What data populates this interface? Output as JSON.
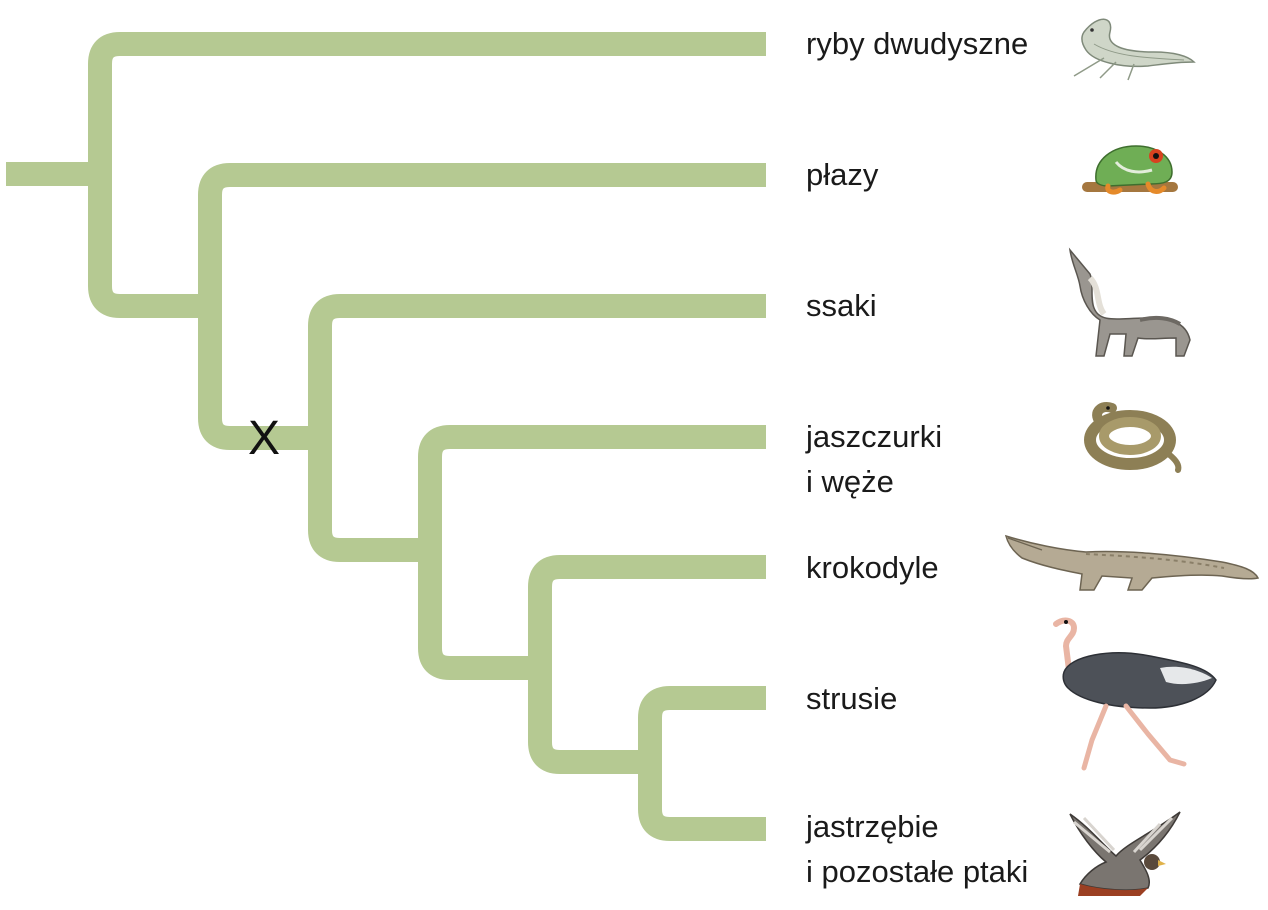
{
  "diagram": {
    "node_marker": "X",
    "branch_color": "#b5c992",
    "taxa": [
      {
        "id": "lungfish",
        "lines": [
          "ryby dwudyszne"
        ],
        "icon": "lungfish-icon"
      },
      {
        "id": "amphibians",
        "lines": [
          "płazy"
        ],
        "icon": "frog-icon"
      },
      {
        "id": "mammals",
        "lines": [
          "ssaki"
        ],
        "icon": "wolf-icon"
      },
      {
        "id": "lizards-snakes",
        "lines": [
          "jaszczurki",
          "i węże"
        ],
        "icon": "snake-icon"
      },
      {
        "id": "crocodiles",
        "lines": [
          "krokodyle"
        ],
        "icon": "crocodile-icon"
      },
      {
        "id": "ostriches",
        "lines": [
          "strusie"
        ],
        "icon": "ostrich-icon"
      },
      {
        "id": "hawks-birds",
        "lines": [
          "jastrzębie",
          "i pozostałe ptaki"
        ],
        "icon": "hawk-icon"
      }
    ]
  }
}
